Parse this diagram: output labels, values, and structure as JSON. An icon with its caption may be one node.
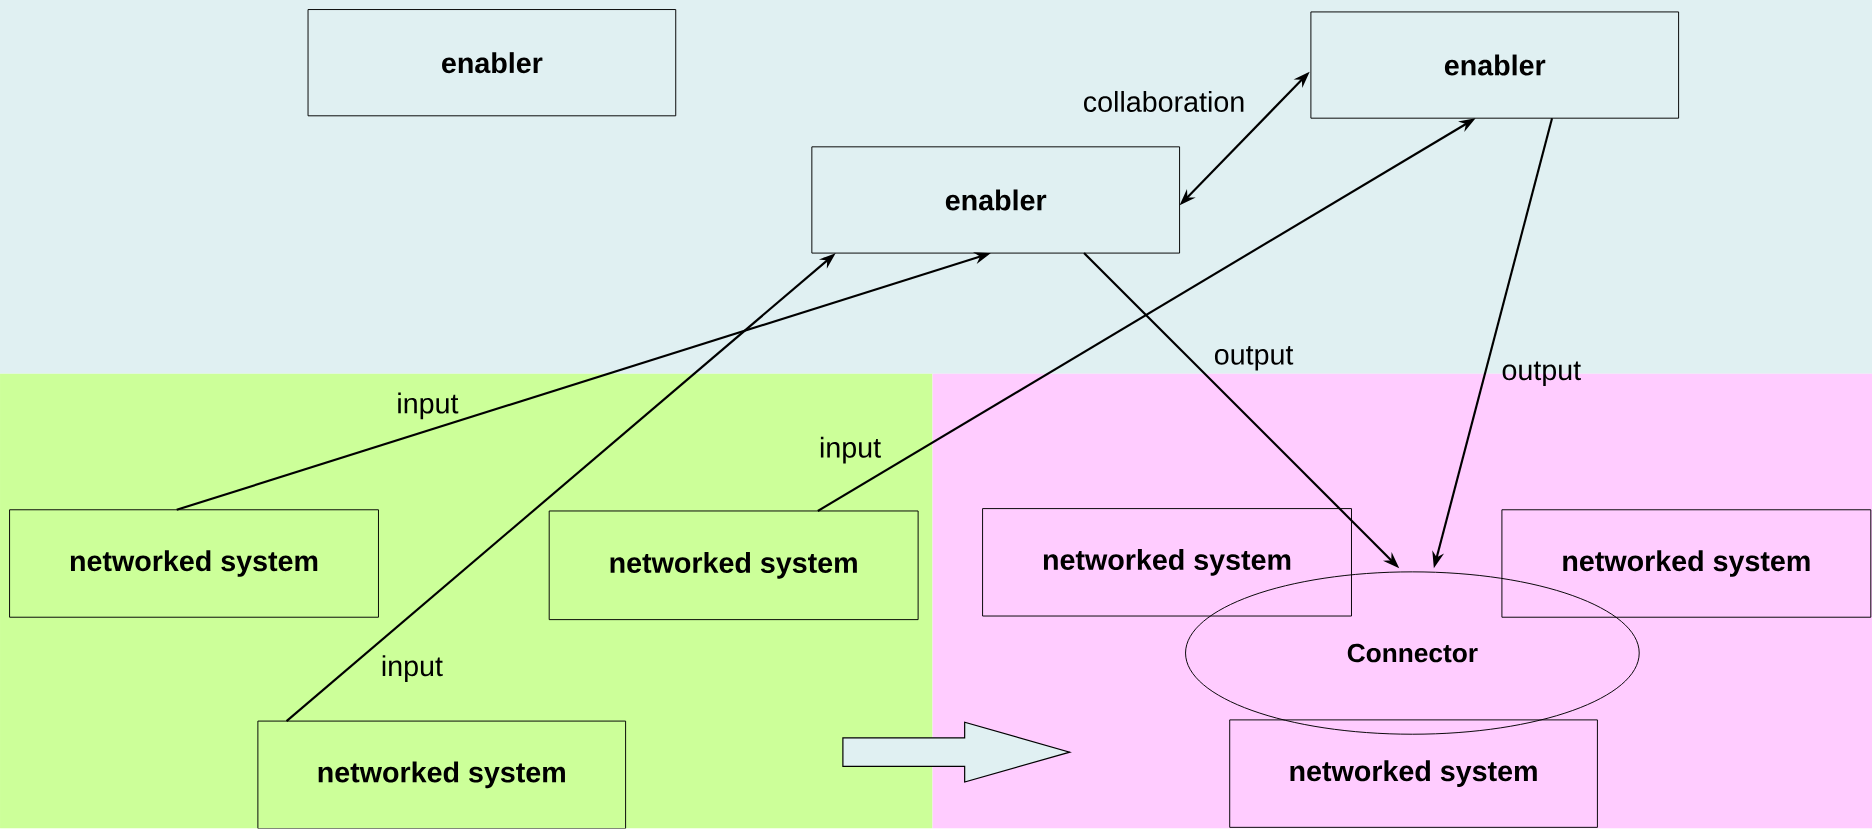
{
  "diagram": {
    "nodes": [
      {
        "text": [
          "enabler"
        ]
      },
      {
        "text": [
          "enabler"
        ]
      },
      {
        "text": [
          "enabler"
        ]
      },
      {
        "text": [
          "networked system"
        ]
      },
      {
        "text": [
          "networked system"
        ]
      },
      {
        "text": [
          "networked system"
        ]
      },
      {
        "text": [
          "networked system"
        ]
      },
      {
        "text": [
          "networked system"
        ]
      },
      {
        "text": [
          "Connector"
        ]
      },
      {
        "text": [
          "networked system"
        ]
      }
    ],
    "edges": [
      {
        "from": 3,
        "to": 1,
        "arrow": "to",
        "label": "input"
      },
      {
        "from": 5,
        "to": 1,
        "arrow": "to",
        "label": "input"
      },
      {
        "from": 4,
        "to": 2,
        "arrow": "to",
        "label": "input"
      },
      {
        "from": 1,
        "to": 2,
        "arrow": "both",
        "label": "collaboration"
      },
      {
        "from": 1,
        "to": 8,
        "arrow": "to",
        "label": "output"
      },
      {
        "from": 2,
        "to": 8,
        "arrow": "to",
        "label": "output"
      }
    ]
  }
}
